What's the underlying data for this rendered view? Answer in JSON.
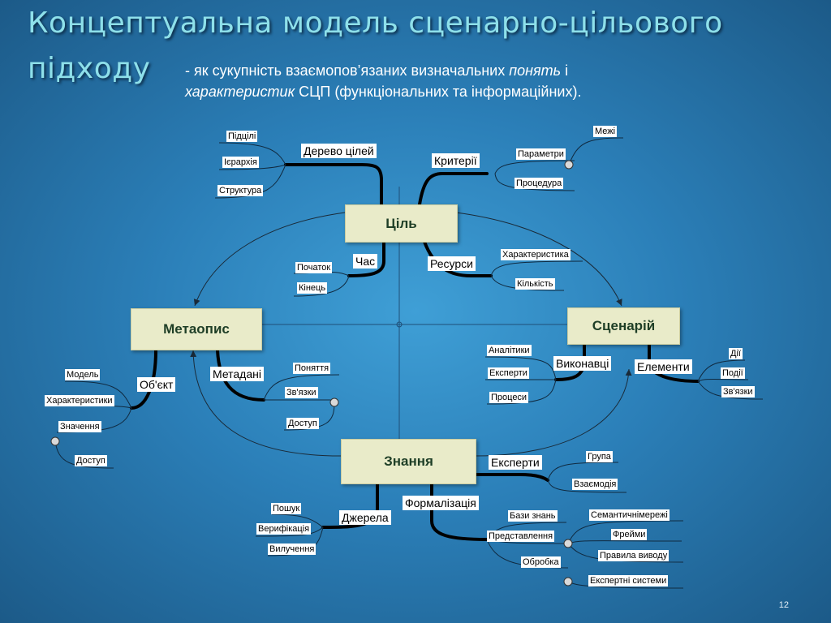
{
  "title_line1": "Концептуальна модель сценарно-цільового",
  "title_line2": "підходу",
  "subtitle": {
    "p1": "- як сукупність взаємопов’язаних визначальних ",
    "p2": "понять",
    "p3": " і ",
    "p4": "характеристик",
    "p5": " СЦП (функціональних та інформаційних)."
  },
  "nodes": {
    "goal": "Ціль",
    "meta": "Метаопис",
    "scenario": "Сценарій",
    "knowledge": "Знання"
  },
  "branches": {
    "goal_tree": "Дерево цілей",
    "criteria": "Критерії",
    "time": "Час",
    "resources": "Ресурси",
    "object": "Об'єкт",
    "metadata": "Метадані",
    "executors": "Виконавці",
    "elements": "Елементи",
    "experts": "Експерти",
    "sources": "Джерела",
    "formalization": "Формалізація"
  },
  "leaves": {
    "subgoals": "Підцілі",
    "hierarchy": "Ієрархія",
    "structure": "Структура",
    "bounds": "Межі",
    "parameters": "Параметри",
    "procedure": "Процедура",
    "start": "Початок",
    "end": "Кінець",
    "characteristic": "Характеристика",
    "quantity": "Кількість",
    "model": "Модель",
    "characteristics": "Характеристики",
    "values": "Значення",
    "obj_access": "Доступ",
    "concepts": "Поняття",
    "links": "Зв'язки",
    "meta_access": "Доступ",
    "analysts": "Аналітики",
    "exec_experts": "Експерти",
    "processes": "Процеси",
    "actions": "Дії",
    "events": "Події",
    "el_links": "Зв'язки",
    "group": "Група",
    "interaction": "Взаємодія",
    "search": "Пошук",
    "verification": "Верифікація",
    "extraction": "Вилучення",
    "kb": "Бази знань",
    "representation": "Представлення",
    "processing": "Обробка",
    "semnets": "Семантичнімережі",
    "frames": "Фрейми",
    "rules": "Правила виводу",
    "expert_sys": "Експертні системи"
  },
  "page_number": "12",
  "colors": {
    "node_fill": "#e9ebc9",
    "node_text": "#1e3e26",
    "title": "#8ee0ea",
    "thick_line": "#000000"
  }
}
